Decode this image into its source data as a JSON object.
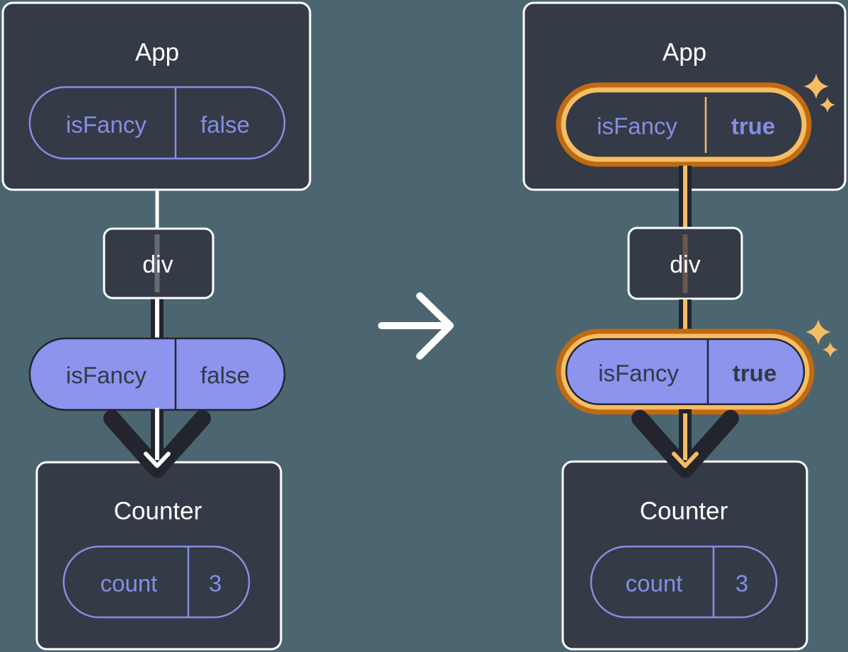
{
  "colors": {
    "background": "#4C6671",
    "card": "#343A46",
    "cardBorder": "#FFFFFF",
    "purple": "#858EE4",
    "lavender": "#8C94EE",
    "darkText": "#333945",
    "darkLine": "#22252E",
    "orangeDark": "#C16A10",
    "orangeLight": "#F7BD64"
  },
  "icons": {
    "transition": "arrow-right-icon",
    "highlight": "sparkle-icon"
  },
  "trees": {
    "before": {
      "app": {
        "title": "App",
        "state": {
          "name": "isFancy",
          "value": "false"
        },
        "highlighted": false
      },
      "div": {
        "label": "div"
      },
      "prop": {
        "name": "isFancy",
        "value": "false",
        "highlighted": false
      },
      "counter": {
        "title": "Counter",
        "state": {
          "name": "count",
          "value": "3"
        }
      }
    },
    "after": {
      "app": {
        "title": "App",
        "state": {
          "name": "isFancy",
          "value": "true"
        },
        "highlighted": true
      },
      "div": {
        "label": "div"
      },
      "prop": {
        "name": "isFancy",
        "value": "true",
        "highlighted": true
      },
      "counter": {
        "title": "Counter",
        "state": {
          "name": "count",
          "value": "3"
        }
      }
    }
  }
}
